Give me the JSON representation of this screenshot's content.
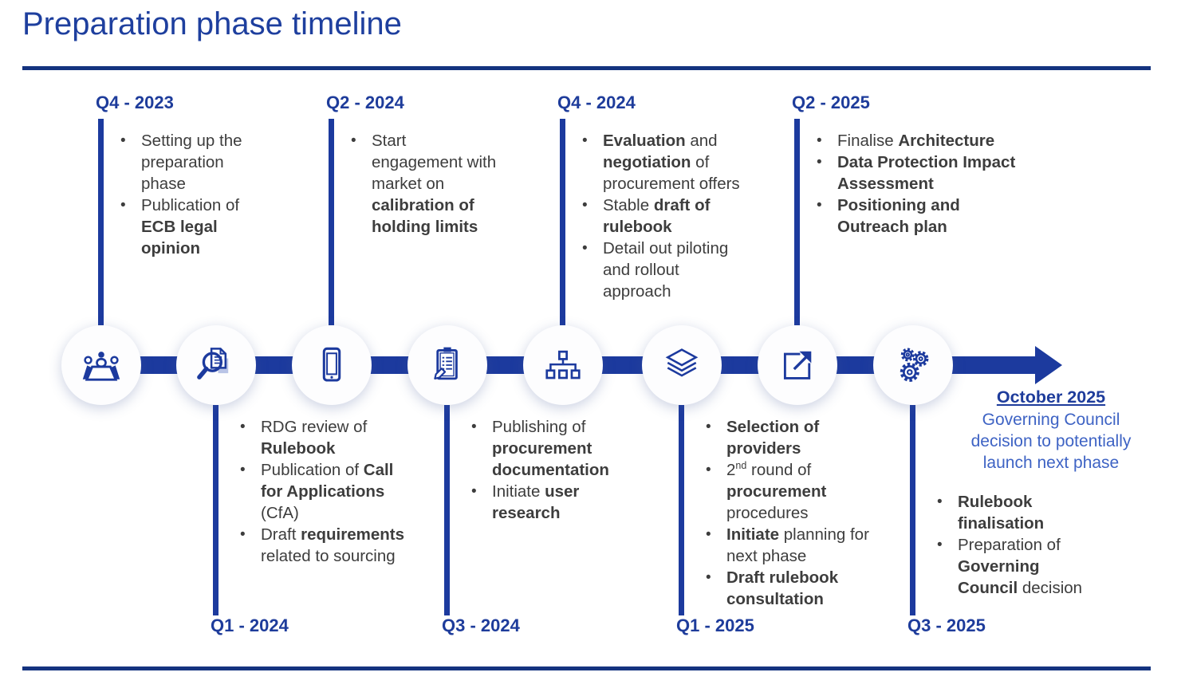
{
  "page": {
    "title": "Preparation phase timeline",
    "colors": {
      "timeline_blue": "#1c3a9e",
      "divider_blue": "#14337f",
      "quarter_label_blue": "#1e3c9b",
      "body_text": "#3d3d3d",
      "endpoint_light_blue": "#3e63c4",
      "icon_light_fill": "#b9c4e6"
    }
  },
  "timeline": {
    "milestones": [
      {
        "id": "q4-2023",
        "quarter": "Q4 - 2023",
        "side": "above",
        "icon": "meeting-icon",
        "bullets": [
          [
            {
              "text": "Setting up the\npreparation\nphase"
            }
          ],
          [
            {
              "text": "Publication of\n"
            },
            {
              "text": "ECB legal\nopinion",
              "bold": true
            }
          ]
        ]
      },
      {
        "id": "q1-2024",
        "quarter": "Q1 - 2024",
        "side": "below",
        "icon": "document-search-icon",
        "bullets": [
          [
            {
              "text": "RDG review of\n"
            },
            {
              "text": "Rulebook",
              "bold": true
            }
          ],
          [
            {
              "text": "Publication of "
            },
            {
              "text": "Call\nfor Applications",
              "bold": true
            },
            {
              "text": "\n(CfA)"
            }
          ],
          [
            {
              "text": "Draft "
            },
            {
              "text": "requirements",
              "bold": true
            },
            {
              "text": "\nrelated to sourcing"
            }
          ]
        ]
      },
      {
        "id": "q2-2024",
        "quarter": "Q2 - 2024",
        "side": "above",
        "icon": "smartphone-icon",
        "bullets": [
          [
            {
              "text": "Start\nengagement with\nmarket on\n"
            },
            {
              "text": "calibration of\nholding limits",
              "bold": true
            }
          ]
        ]
      },
      {
        "id": "q3-2024",
        "quarter": "Q3 - 2024",
        "side": "below",
        "icon": "clipboard-icon",
        "bullets": [
          [
            {
              "text": "Publishing of\n"
            },
            {
              "text": "procurement\ndocumentation",
              "bold": true
            }
          ],
          [
            {
              "text": "Initiate "
            },
            {
              "text": "user\nresearch",
              "bold": true
            }
          ]
        ]
      },
      {
        "id": "q4-2024",
        "quarter": "Q4 - 2024",
        "side": "above",
        "icon": "org-chart-icon",
        "bullets": [
          [
            {
              "text": "Evaluation",
              "bold": true
            },
            {
              "text": " and\n"
            },
            {
              "text": "negotiation",
              "bold": true
            },
            {
              "text": " of\nprocurement offers"
            }
          ],
          [
            {
              "text": "Stable "
            },
            {
              "text": "draft of\nrulebook",
              "bold": true
            }
          ],
          [
            {
              "text": "Detail out piloting\nand rollout\napproach"
            }
          ]
        ]
      },
      {
        "id": "q1-2025",
        "quarter": "Q1 - 2025",
        "side": "below",
        "icon": "layers-icon",
        "bullets": [
          [
            {
              "text": "Selection of\nproviders",
              "bold": true
            }
          ],
          [
            {
              "text": "2"
            },
            {
              "text": "nd",
              "sup": true
            },
            {
              "text": " round of\n"
            },
            {
              "text": "procurement",
              "bold": true
            },
            {
              "text": "\nprocedures"
            }
          ],
          [
            {
              "text": "Initiate",
              "bold": true
            },
            {
              "text": " planning for\nnext phase"
            }
          ],
          [
            {
              "text": "Draft rulebook\nconsultation",
              "bold": true
            }
          ]
        ]
      },
      {
        "id": "q2-2025",
        "quarter": "Q2 - 2025",
        "side": "above",
        "icon": "export-icon",
        "bullets": [
          [
            {
              "text": "Finalise "
            },
            {
              "text": "Architecture",
              "bold": true
            }
          ],
          [
            {
              "text": "Data Protection Impact\nAssessment",
              "bold": true
            }
          ],
          [
            {
              "text": "Positioning and\nOutreach plan",
              "bold": true
            }
          ]
        ]
      },
      {
        "id": "q3-2025",
        "quarter": "Q3 - 2025",
        "side": "below",
        "icon": "gears-icon",
        "bullets": [
          [
            {
              "text": "Rulebook\nfinalisation",
              "bold": true
            }
          ],
          [
            {
              "text": "Preparation of\n"
            },
            {
              "text": "Governing\nCouncil",
              "bold": true
            },
            {
              "text": " decision"
            }
          ]
        ]
      }
    ],
    "endpoint": {
      "date": "October 2025",
      "description": "Governing Council\ndecision to potentially\nlaunch next phase"
    }
  }
}
